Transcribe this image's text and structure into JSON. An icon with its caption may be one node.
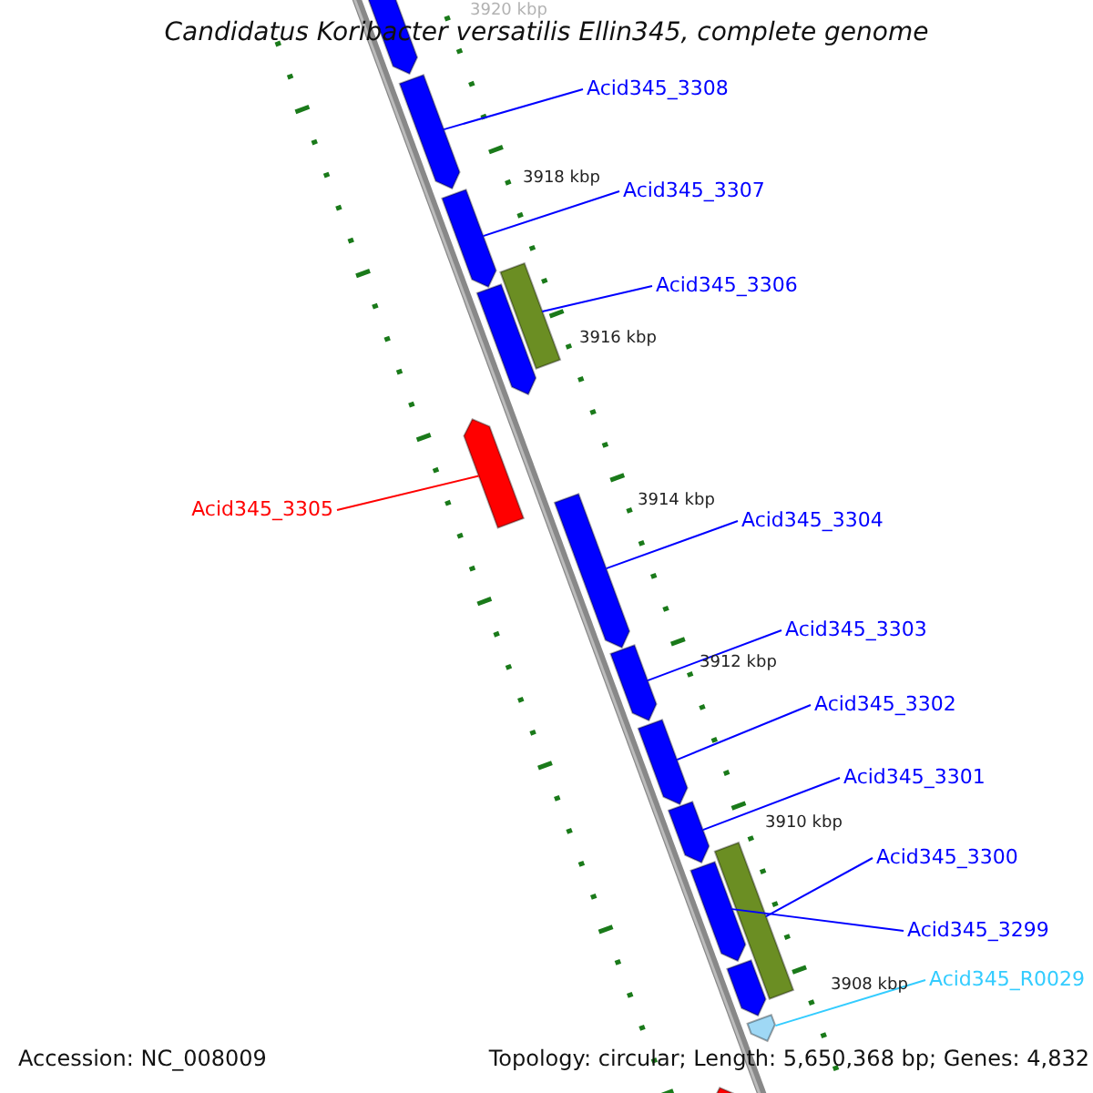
{
  "diagram": {
    "title": "Candidatus Koribacter versatilis Ellin345, complete genome",
    "nodes": [
      {
        "text": [
          "Acid345_3308"
        ]
      },
      {
        "text": [
          "Acid345_3307"
        ]
      },
      {
        "text": [
          "Acid345_3306"
        ]
      },
      {
        "text": [
          "Acid345_3305"
        ]
      },
      {
        "text": [
          "Acid345_3304"
        ]
      },
      {
        "text": [
          "Acid345_3303"
        ]
      },
      {
        "text": [
          "Acid345_3302"
        ]
      },
      {
        "text": [
          "Acid345_3301"
        ]
      },
      {
        "text": [
          "Acid345_3300"
        ]
      },
      {
        "text": [
          "Acid345_3299"
        ]
      },
      {
        "text": [
          "Acid345_R0029"
        ]
      },
      {
        "text": [],
        "shape": "arrow"
      },
      {
        "text": [],
        "shape": "arrow"
      },
      {
        "text": [],
        "shape": "arrow"
      },
      {
        "text": [],
        "shape": "bar"
      },
      {
        "text": [],
        "shape": "arrow"
      },
      {
        "text": [],
        "shape": "arrow"
      },
      {
        "text": [],
        "shape": "arrow"
      },
      {
        "text": [],
        "shape": "arrow"
      },
      {
        "text": [],
        "shape": "arrow"
      },
      {
        "text": [],
        "shape": "arrow"
      },
      {
        "text": [],
        "shape": "bar"
      },
      {
        "text": [],
        "shape": "arrow"
      },
      {
        "text": [],
        "shape": "arrow"
      },
      {
        "text": [],
        "shape": "arrow"
      },
      {
        "text": [],
        "shape": "arrow"
      }
    ],
    "edges": [
      {
        "from": 0,
        "to": 12,
        "arrow": "none"
      },
      {
        "from": 1,
        "to": 13,
        "arrow": "none"
      },
      {
        "from": 2,
        "to": 14,
        "arrow": "none"
      },
      {
        "from": 3,
        "to": 16,
        "arrow": "none",
        "color": "#ff0000"
      },
      {
        "from": 4,
        "to": 17,
        "arrow": "none"
      },
      {
        "from": 5,
        "to": 18,
        "arrow": "none"
      },
      {
        "from": 6,
        "to": 19,
        "arrow": "none"
      },
      {
        "from": 7,
        "to": 20,
        "arrow": "none"
      },
      {
        "from": 8,
        "to": 21,
        "arrow": "none"
      },
      {
        "from": 9,
        "to": 22,
        "arrow": "none"
      },
      {
        "from": 10,
        "to": 24,
        "arrow": "none",
        "color": "#33ccff"
      }
    ],
    "labels": [
      "3920 kbp",
      "3918 kbp",
      "3916 kbp",
      "3914 kbp",
      "3912 kbp",
      "3910 kbp",
      "3908 kbp",
      "Accession: NC_008009",
      "Topology: circular; Length: 5,650,368 bp; Genes: 4,832"
    ]
  }
}
